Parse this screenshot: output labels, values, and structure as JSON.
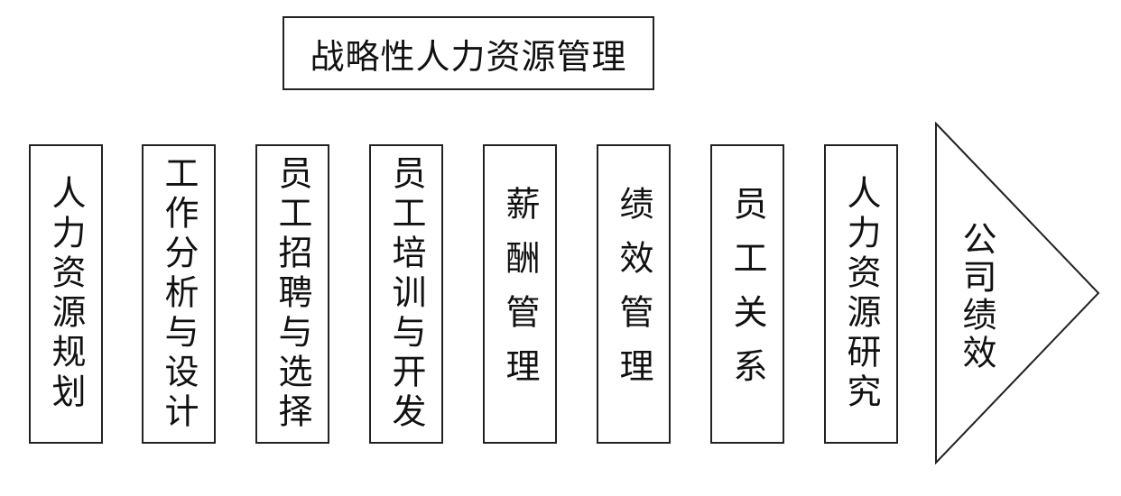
{
  "title": "战略性人力资源管理",
  "columns": [
    "人力资源规划",
    "工作分析与设计",
    "员工招聘与选择",
    "员工培训与开发",
    "薪酬管理",
    "绩效管理",
    "员工关系",
    "人力资源研究"
  ],
  "arrow": {
    "label": "公司绩效"
  }
}
